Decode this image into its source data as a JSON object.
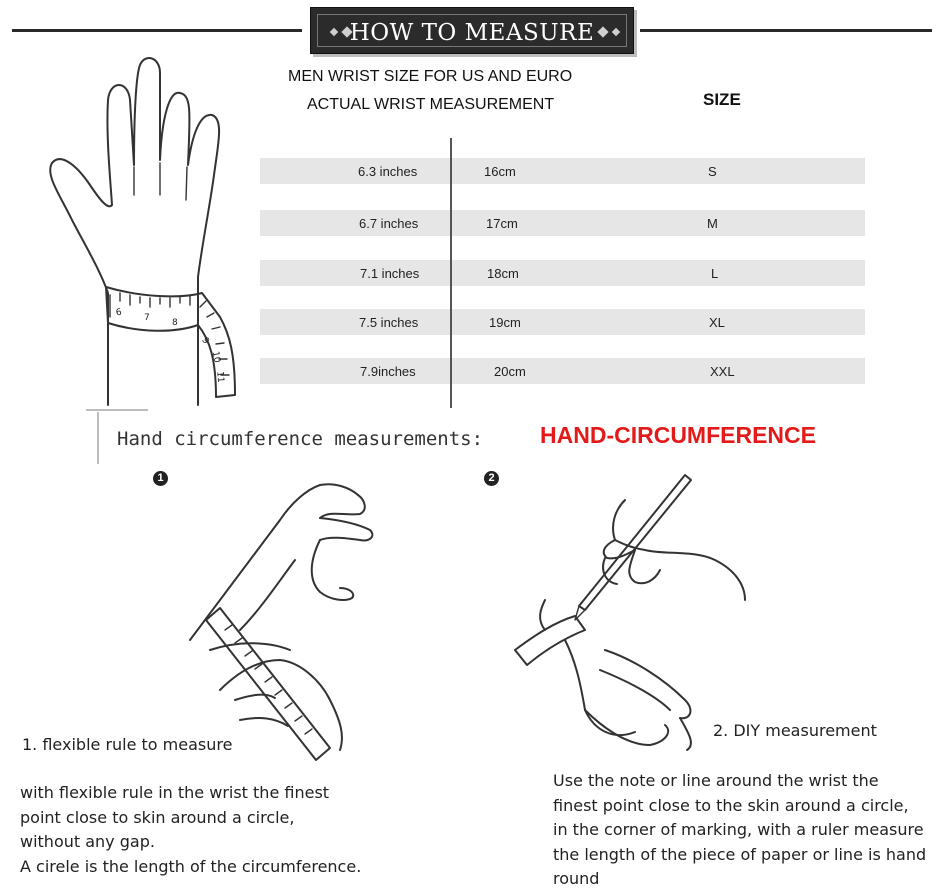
{
  "header": {
    "title": "HOW TO MEASURE"
  },
  "table": {
    "heading_line1": "MEN WRIST SIZE FOR US AND EURO",
    "heading_line2": "ACTUAL WRIST MEASUREMENT",
    "size_heading": "SIZE",
    "rows": [
      {
        "inches": "6.3 inches",
        "cm": "16cm",
        "size": "S"
      },
      {
        "inches": "6.7 inches",
        "cm": "17cm",
        "size": "M"
      },
      {
        "inches": "7.1 inches",
        "cm": "18cm",
        "size": "L"
      },
      {
        "inches": "7.5 inches",
        "cm": "19cm",
        "size": "XL"
      },
      {
        "inches": "7.9inches",
        "cm": "20cm",
        "size": "XXL"
      }
    ]
  },
  "tape_numbers": [
    "6",
    "7",
    "8",
    "9",
    "10",
    "11"
  ],
  "section": {
    "subtitle": "Hand circumference measurements:",
    "highlight": "HAND-CIRCUMFERENCE",
    "step1": {
      "badge": "1",
      "caption": "1. flexible rule to measure",
      "lines": [
        "with flexible rule in the wrist the finest",
        "point close to skin around a circle,",
        "without any gap.",
        "A cirele is the length of the circumference."
      ]
    },
    "step2": {
      "badge": "2",
      "caption": "2. DIY measurement",
      "lines": [
        "Use the note or line around the wrist the",
        "finest point close to the skin around a circle,",
        "in the corner of marking, with a ruler measure",
        "the length of the piece of paper or line is hand",
        "round"
      ]
    }
  },
  "colors": {
    "header_bg": "#2b2b2b",
    "row_bg": "#e6e6e6",
    "highlight": "#e41a1a"
  }
}
